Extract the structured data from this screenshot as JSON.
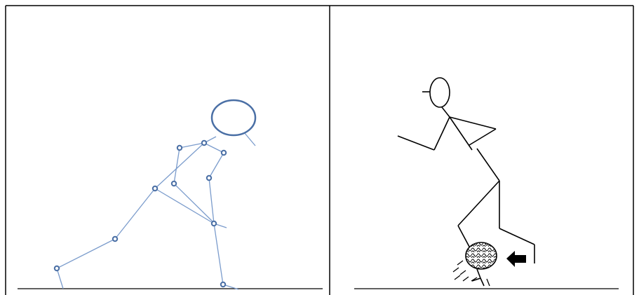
{
  "panels": [
    {
      "name": "left-panel",
      "figure": "skeleton-joint-model",
      "line_color": "#7b9ccc",
      "joint_color": "#4a6fa5",
      "head_color": "#4a6fa5"
    },
    {
      "name": "right-panel",
      "figure": "stick-figure-trapping-ball",
      "line_color": "#000000",
      "ball_pattern": "hatched",
      "arrow_direction": "left"
    }
  ],
  "colors": {
    "border": "#000000",
    "ground": "#000000",
    "background": "#ffffff"
  }
}
